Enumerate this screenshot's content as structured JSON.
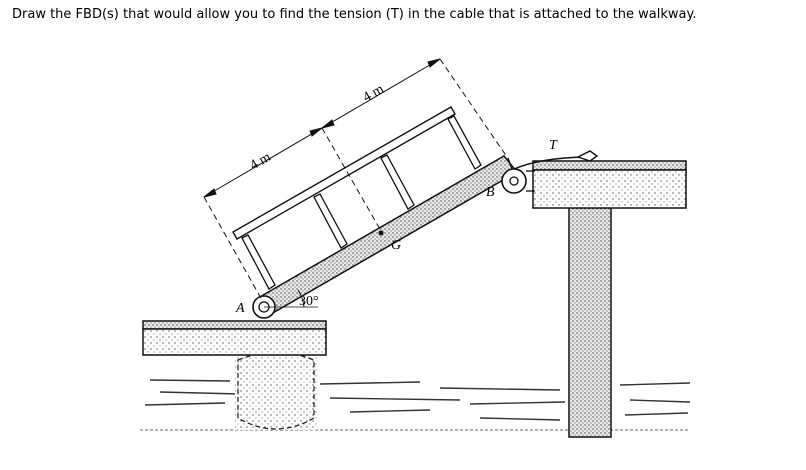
{
  "prompt": "Draw the FBD(s) that would allow you to find the tension (T) in the cable that is attached to the walkway.",
  "diagram": {
    "dimension_1": "4 m",
    "dimension_2": "4 m",
    "label_A": "A",
    "label_B": "B",
    "label_G": "G",
    "label_T": "T",
    "angle": "30°"
  }
}
